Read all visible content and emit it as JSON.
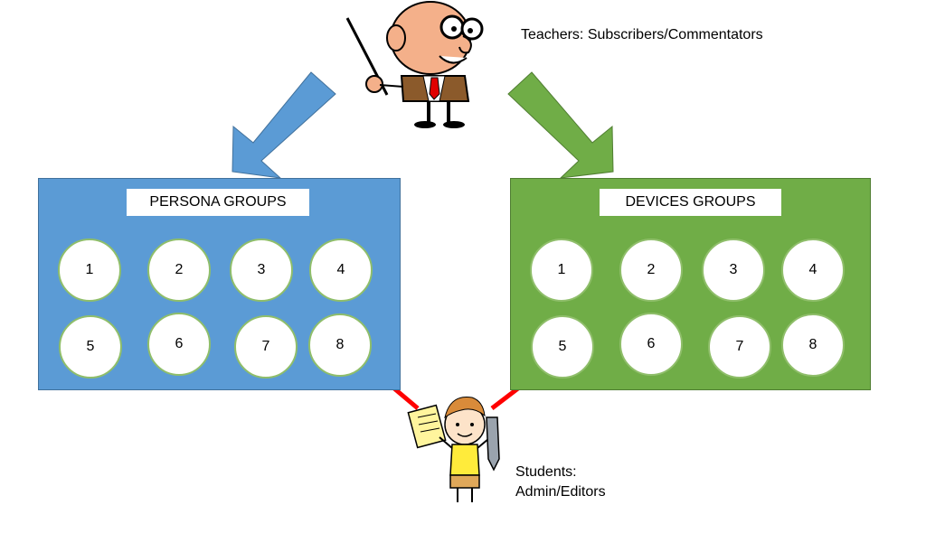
{
  "teachers_caption": "Teachers: Subscribers/Commentators",
  "students_caption": [
    "Students:",
    "Admin/Editors"
  ],
  "persona_panel": {
    "title": "PERSONA GROUPS",
    "groups": [
      "1",
      "2",
      "3",
      "4",
      "5",
      "6",
      "7",
      "8"
    ]
  },
  "devices_panel": {
    "title": "DEVICES GROUPS",
    "groups": [
      "1",
      "2",
      "3",
      "4",
      "5",
      "6",
      "7",
      "8"
    ]
  },
  "colors": {
    "persona_panel": "#5b9bd5",
    "devices_panel": "#70ad47",
    "student_arrows": "#ff0000"
  }
}
